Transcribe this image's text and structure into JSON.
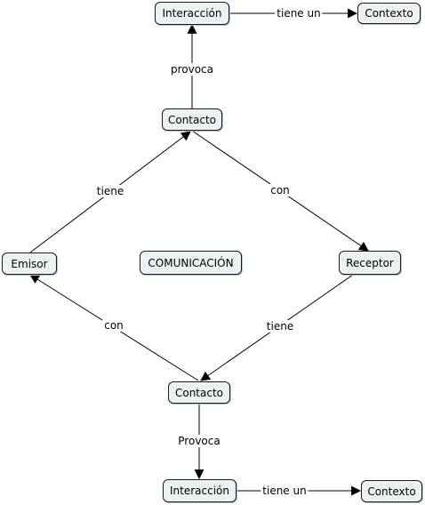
{
  "concepts": {
    "interaccion_top": "Interacción",
    "contexto_top": "Contexto",
    "contacto_top": "Contacto",
    "emisor": "Emisor",
    "comunicacion": "COMUNICACIÓN",
    "receptor": "Receptor",
    "contacto_bottom": "Contacto",
    "interaccion_bottom": "Interacción",
    "contexto_bottom": "Contexto"
  },
  "links": {
    "tiene_un_top": "tiene un",
    "provoca_top": "provoca",
    "tiene_left": "tiene",
    "con_right": "con",
    "con_left": "con",
    "tiene_right": "tiene",
    "provoca_bottom": "Provoca",
    "tiene_un_bottom": "tiene un"
  },
  "colors": {
    "node_fill": "#ecf1f4",
    "line": "#000000"
  }
}
